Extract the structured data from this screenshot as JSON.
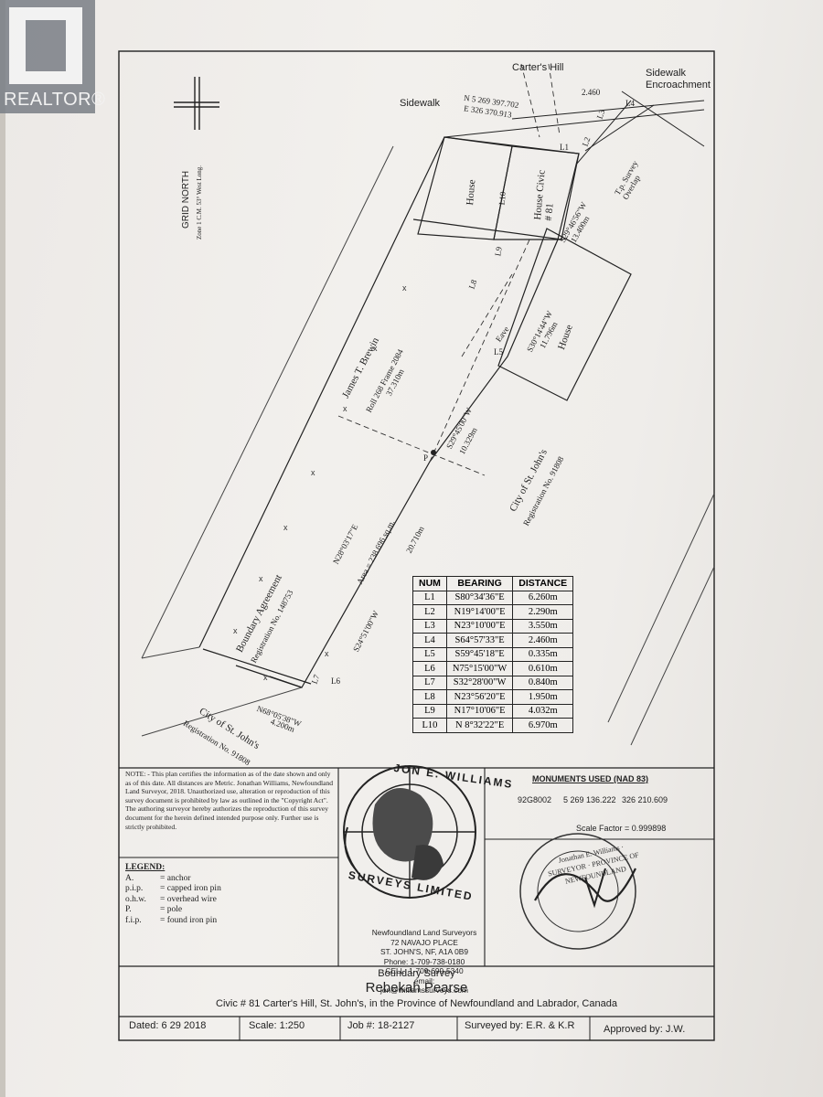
{
  "watermark": {
    "brand": "REALTOR®"
  },
  "plan": {
    "grid_north": "GRID NORTH",
    "zone": "Zone 1 C.M. 53° West Long.",
    "street": "Carter's Hill",
    "sidewalk_left": "Sidewalk",
    "sidewalk_right": "Sidewalk Encroachment",
    "coord_n": "N 5 269 397.702",
    "coord_e": "E 326 370.913",
    "dist_top": "2.460",
    "labels": {
      "L1": "L1",
      "L2": "L2",
      "L3": "L3",
      "L4": "L4",
      "L5": "L5",
      "L6": "L6",
      "L7": "L7",
      "L8": "L8",
      "L9": "L9",
      "L10": "L10"
    },
    "house_left": "House",
    "house_center": "House Civic # 81",
    "house_right": "House",
    "eave": "Eave",
    "tp_survey_overlap": "T.p. Survey Overlap",
    "bearing_s29": "S29°46'56\"W",
    "dist_13": "13.400m",
    "bearing_s30": "S30°14'44\"W",
    "dist_11": "11.796m",
    "neighbor_name": "James T. Brewin",
    "neighbor_roll": "Roll 268 Frame 2084",
    "dist_37": "37.310m",
    "bearing_s29b": "S29°45'00\"W",
    "dist_10": "10.329m",
    "city_right": "City of St. John's",
    "city_right_reg": "Registration No. 91808",
    "area": "Area = 238.696 sq.m.",
    "bearing_n28": "N28°03'17\"E",
    "dist_20": "20.710m",
    "bearing_s24": "S24°51'00\"W",
    "boundary_agreement": "Boundary Agreement",
    "boundary_reg": "Registration No. 148753",
    "bearing_n68": "N68°05'38\"W",
    "dist_4200": "4.200m",
    "city_left": "City of St. John's",
    "city_left_reg": "Registration No. 91808",
    "p_marker": "P"
  },
  "line_table": {
    "headers": [
      "NUM",
      "BEARING",
      "DISTANCE"
    ],
    "rows": [
      [
        "L1",
        "S80°34'36\"E",
        "6.260m"
      ],
      [
        "L2",
        "N19°14'00\"E",
        "2.290m"
      ],
      [
        "L3",
        "N23°10'00\"E",
        "3.550m"
      ],
      [
        "L4",
        "S64°57'33\"E",
        "2.460m"
      ],
      [
        "L5",
        "S59°45'18\"E",
        "0.335m"
      ],
      [
        "L6",
        "N75°15'00\"W",
        "0.610m"
      ],
      [
        "L7",
        "S32°28'00\"W",
        "0.840m"
      ],
      [
        "L8",
        "N23°56'20\"E",
        "1.950m"
      ],
      [
        "L9",
        "N17°10'06\"E",
        "4.032m"
      ],
      [
        "L10",
        "N 8°32'22\"E",
        "6.970m"
      ]
    ]
  },
  "note": "NOTE: - This plan certifies the information as of the date shown and only as of this date. All distances are Metric. Jonathan Williams, Newfoundland Land Surveyor, 2018. Unauthorized use, alteration or reproduction of this survey document is prohibited by law as outlined in the \"Copyright Act\". The authoring surveyor hereby authorizes the reproduction of this survey document for the herein defined intended purpose only. Further use is strictly prohibited.",
  "legend": {
    "title": "LEGEND:",
    "items": [
      {
        "key": "A.",
        "value": "= anchor"
      },
      {
        "key": "p.i.p.",
        "value": "= capped iron pin"
      },
      {
        "key": "o.h.w.",
        "value": "= overhead wire"
      },
      {
        "key": "P.",
        "value": "= pole"
      },
      {
        "key": "f.i.p.",
        "value": "= found iron pin"
      }
    ]
  },
  "logo": {
    "top": "JON E. WILLIAMS",
    "bottom": "SURVEYS LIMITED"
  },
  "company": {
    "line1": "Newfoundland Land Surveyors",
    "line2": "72 NAVAJO PLACE",
    "line3": "ST. JOHN'S, NF, A1A 0B9",
    "line4": "Phone: 1-709-738-0180",
    "line5": "CELL: 1-709-699-5340",
    "line6": "email: jon@williamssurveys.com"
  },
  "monuments": {
    "title": "MONUMENTS USED (NAD 83)",
    "id": "92G8002",
    "north": "5 269 136.222",
    "east": "326 210.609",
    "scale_factor": "Scale Factor = 0.999898"
  },
  "seal": {
    "text": "Jonathan E. Williams · SURVEYOR · PROVINCE OF NEWFOUNDLAND"
  },
  "title_block": {
    "type": "Boundary Survey",
    "client": "Rebekah Pearse",
    "location": "Civic # 81 Carter's Hill, St. John's, in the Province of Newfoundland and Labrador, Canada"
  },
  "footer": {
    "dated": "Dated: 6 29 2018",
    "scale": "Scale: 1:250",
    "job": "Job #: 18-2127",
    "surveyed": "Surveyed by: E.R. & K.R",
    "approved": "Approved by: J.W."
  }
}
